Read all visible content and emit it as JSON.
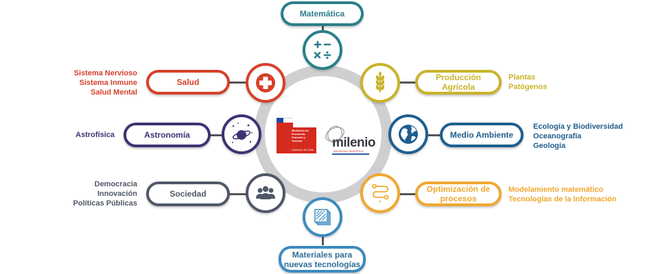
{
  "colors": {
    "teal": "#2a7f89",
    "red": "#d6402a",
    "olive": "#c9b32a",
    "navy": "#3a3473",
    "blue": "#1f5e8e",
    "orange": "#f0a830",
    "slate": "#505868",
    "ring": "#cfcfd2",
    "materiales": "#3d8bbd"
  },
  "center": {
    "ministry_lines": [
      "Ministerio de",
      "Economía,",
      "Fomento y",
      "Turismo"
    ],
    "gobierno": "Gobierno de Chile",
    "milenio_logo": "milenio",
    "milenio_tag": "INICIATIVA CIENTÍFICA"
  },
  "areas": {
    "matematica": {
      "label": "Matemática",
      "icon": "math-operators-icon"
    },
    "salud": {
      "label": "Salud",
      "icon": "medical-cross-icon",
      "topics": [
        "Sistema Nervioso",
        "Sistema Inmune",
        "Salud Mental"
      ]
    },
    "produccion": {
      "label_line1": "Producción",
      "label_line2": "Agrícola",
      "icon": "wheat-icon",
      "topics": [
        "Plantas",
        "Patógenos"
      ]
    },
    "astronomia": {
      "label": "Astronomía",
      "icon": "planet-icon",
      "topics": [
        "Astrofísica"
      ]
    },
    "medio_ambiente": {
      "label": "Medio Ambiente",
      "icon": "globe-icon",
      "topics": [
        "Ecología y Biodiversidad",
        "Oceanografía",
        "Geología"
      ]
    },
    "sociedad": {
      "label": "Sociedad",
      "icon": "people-icon",
      "topics": [
        "Democracia",
        "Innovación",
        "Políticas Públicas"
      ]
    },
    "optimizacion": {
      "label_line1": "Optimización de",
      "label_line2": "procesos",
      "icon": "process-path-icon",
      "topics": [
        "Modelamiento matemático",
        "Tecnologías de la Información"
      ]
    },
    "materiales": {
      "label_line1": "Materiales para",
      "label_line2": "nuevas tecnologías",
      "icon": "material-layers-icon"
    }
  }
}
